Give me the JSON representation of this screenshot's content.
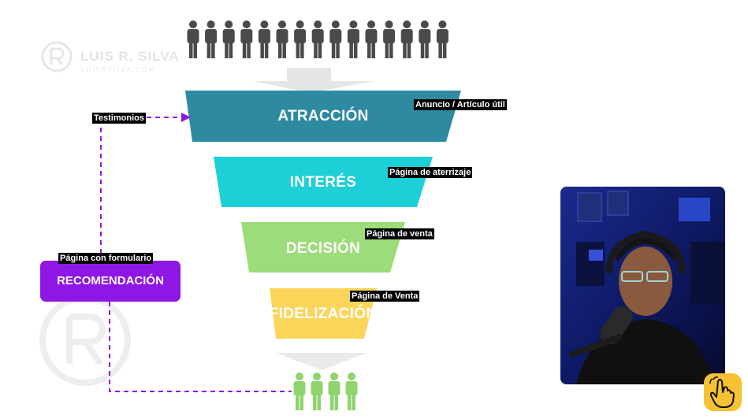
{
  "stages": [
    {
      "label": "ATRACCIÓN",
      "color": "#2e8aa0",
      "note": "Anuncio / Artículo útil"
    },
    {
      "label": "INTERÉS",
      "color": "#1dcfd6",
      "note": "Página de aterrizaje"
    },
    {
      "label": "DECISIÓN",
      "color": "#9cdc7a",
      "note": "Página de venta"
    },
    {
      "label": "FIDELIZACIÓN",
      "color": "#fbd55a",
      "note": "Página de Venta"
    }
  ],
  "recommendation": {
    "label": "RECOMENDACIÓN",
    "note": "Página con formulario",
    "color": "#8e17e6"
  },
  "feedback_label": "Testimonios",
  "people_top_count": 15,
  "people_bottom_count": 4,
  "colors": {
    "people_top": "#4a4a4a",
    "people_bottom": "#8fd46c",
    "arrow": "#e6e6e6",
    "dashed": "#8e17e6"
  },
  "watermark": {
    "name": "LUIS R. SILVA",
    "site": "LUISRSILVA.COM"
  },
  "icons": {
    "person": "person-icon",
    "logo": "lrs-logo-icon",
    "hand": "pointing-hand-icon"
  }
}
